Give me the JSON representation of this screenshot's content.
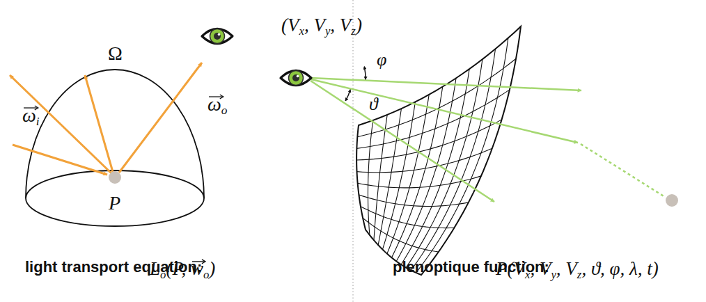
{
  "diagram": {
    "labels": [
      "Ω",
      "ω",
      "i",
      "ω",
      "o",
      "P",
      "light transport equation:",
      "L",
      "o",
      "(P, ",
      "w",
      "o",
      ")",
      "(V",
      "x",
      ", V",
      "y",
      ", V",
      "z",
      ")",
      "φ",
      "ϑ",
      "plenoptique function:",
      "P(V",
      "x",
      ", V",
      "y",
      ", V",
      "z",
      ", ϑ, φ, λ, t)"
    ]
  }
}
